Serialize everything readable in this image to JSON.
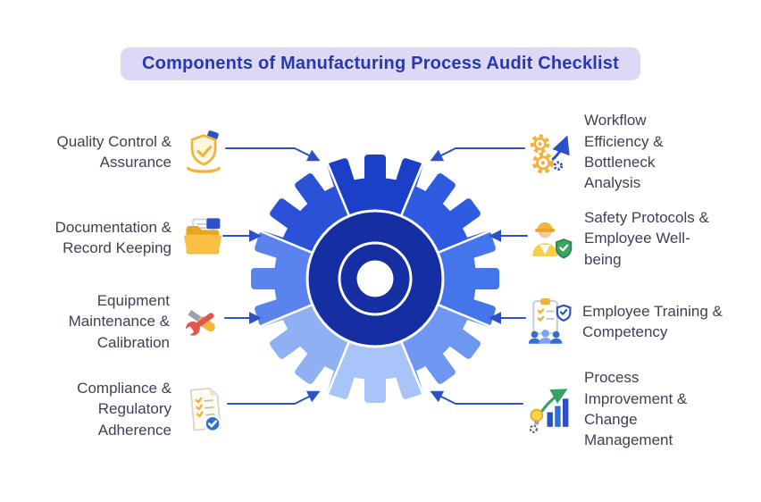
{
  "title": "Components of Manufacturing Process Audit Checklist",
  "diagram": {
    "type": "hub-and-spoke",
    "center_shape": "gear",
    "segment_count": 8
  },
  "items": {
    "left": [
      {
        "label": "Quality Control & Assurance",
        "icon": "shield-hands-icon"
      },
      {
        "label": "Documentation & Record Keeping",
        "icon": "folder-records-icon"
      },
      {
        "label": "Equipment Maintenance & Calibration",
        "icon": "wrench-tools-icon"
      },
      {
        "label": "Compliance & Regulatory Adherence",
        "icon": "checklist-badge-icon"
      }
    ],
    "right": [
      {
        "label": "Workflow Efficiency & Bottleneck Analysis",
        "icon": "gears-growth-icon"
      },
      {
        "label": "Safety Protocols & Employee Well-being",
        "icon": "worker-shield-icon"
      },
      {
        "label": "Employee Training & Competency",
        "icon": "clipboard-team-icon"
      },
      {
        "label": "Process Improvement & Change Management",
        "icon": "improvement-chart-icon"
      }
    ]
  },
  "colors": {
    "title_bg": "#DCD8F5",
    "title_text": "#2838AE",
    "label_text": "#3C4254",
    "arrow": "#2B50C8",
    "gear_center_disc": "#152FA3",
    "gear_segments_clockwise_from_top": [
      "#1C3FC8",
      "#2E5BDF",
      "#4575EA",
      "#6D97F1",
      "#A9C4F8",
      "#8FB1F4",
      "#5A83EE",
      "#2B51D6"
    ]
  }
}
